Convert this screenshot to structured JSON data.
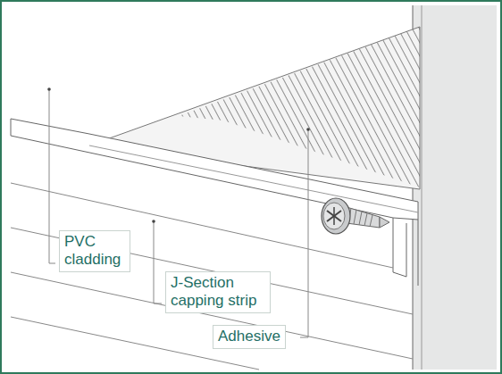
{
  "diagram": {
    "labels": [
      "PVC cladding",
      "J-Section capping strip",
      "Adhesive"
    ]
  }
}
